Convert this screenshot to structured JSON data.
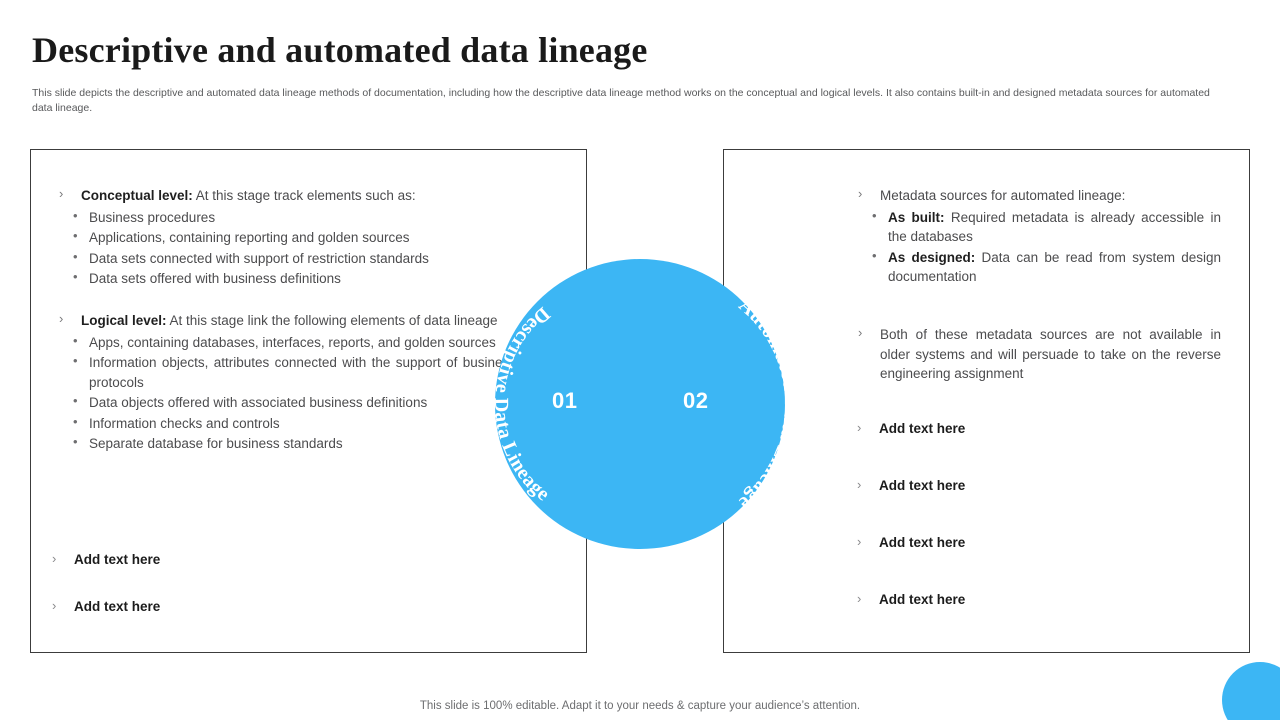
{
  "header": {
    "title": "Descriptive and automated data lineage",
    "subtitle": "This slide depicts the descriptive and automated data lineage methods of documentation, including how the descriptive data lineage method works on the conceptual and logical levels. It also contains built-in and designed metadata sources for automated data lineage."
  },
  "colors": {
    "accent_blue": "#3cb6f4",
    "panel_border": "#3c3c3c",
    "body_text": "#4c4c4e",
    "heading_text": "#1a1a1a"
  },
  "center": {
    "left_label": "Descriptive Data Lineage",
    "right_label": "Automated Data Lineage",
    "left_number": "01",
    "right_number": "02"
  },
  "left_panel": {
    "blocks": [
      {
        "lead_strong": "Conceptual level:",
        "lead_rest": " At this stage track elements such as:",
        "sub_items": [
          {
            "strong": "",
            "text": "Business procedures"
          },
          {
            "strong": "",
            "text": "Applications, containing reporting and golden sources"
          },
          {
            "strong": "",
            "text": "Data sets connected with support of restriction standards"
          },
          {
            "strong": "",
            "text": "Data sets offered with business definitions"
          }
        ]
      },
      {
        "lead_strong": "Logical level:",
        "lead_rest": " At this stage link the following elements of data lineage",
        "sub_items": [
          {
            "strong": "",
            "text": "Apps, containing databases, interfaces, reports, and golden sources"
          },
          {
            "strong": "",
            "text": "Information objects, attributes connected with the support of business protocols"
          },
          {
            "strong": "",
            "text": "Data objects offered with associated business definitions"
          },
          {
            "strong": "",
            "text": "Information checks and controls"
          },
          {
            "strong": "",
            "text": "Separate database for business standards"
          }
        ]
      }
    ],
    "add_text_items": [
      "Add text here",
      "Add text here"
    ]
  },
  "right_panel": {
    "blocks": [
      {
        "lead_strong": "",
        "lead_rest": "Metadata sources for automated lineage:",
        "sub_items": [
          {
            "strong": "As built:",
            "text": " Required metadata is already accessible in the databases"
          },
          {
            "strong": "As designed:",
            "text": " Data can be read from system design documentation"
          }
        ]
      },
      {
        "lead_strong": "",
        "lead_rest": "Both of these metadata sources are not available in older systems and will persuade to take on the reverse engineering assignment",
        "sub_items": []
      }
    ],
    "add_text_items": [
      "Add text here",
      "Add text here",
      "Add text here",
      "Add text here"
    ]
  },
  "footer": {
    "note": "This slide is 100% editable. Adapt it to your needs & capture your audience’s attention."
  }
}
